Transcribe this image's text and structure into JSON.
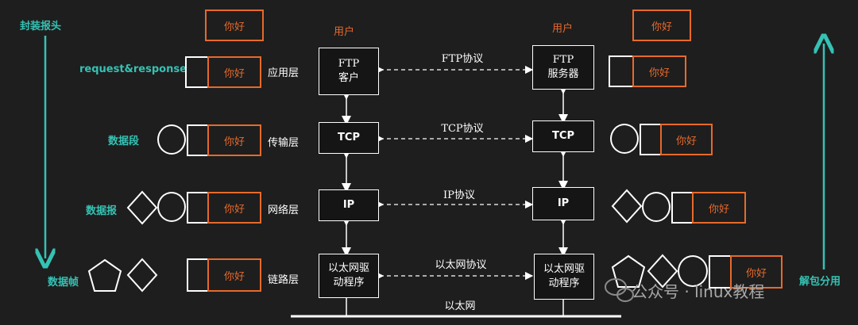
{
  "left_arrow_label": "封装报头",
  "right_arrow_label": "解包分用",
  "top_payload": "你好",
  "user_left": "用户",
  "user_right": "用户",
  "payload": "你好",
  "left_labels": {
    "app": "request&response",
    "transport": "数据段",
    "network": "数据报",
    "link": "数据帧"
  },
  "layers": {
    "app": "应用层",
    "transport": "传输层",
    "network": "网络层",
    "link": "链路层"
  },
  "left_stack": {
    "app": [
      "FTP",
      "客户"
    ],
    "transport": "TCP",
    "network": "IP",
    "link": [
      "以太网驱",
      "动程序"
    ]
  },
  "right_stack": {
    "app": [
      "FTP",
      "服务器"
    ],
    "transport": "TCP",
    "network": "IP",
    "link": [
      "以太网驱",
      "动程序"
    ]
  },
  "protocols": {
    "app": "FTP协议",
    "transport": "TCP协议",
    "network": "IP协议",
    "link": "以太网协议"
  },
  "ethernet": "以太网",
  "watermark": "公众号 · linux教程",
  "colors": {
    "accent_cyan": "#35c2b4",
    "accent_orange": "#e66a2c",
    "background": "#1e1e1e"
  }
}
